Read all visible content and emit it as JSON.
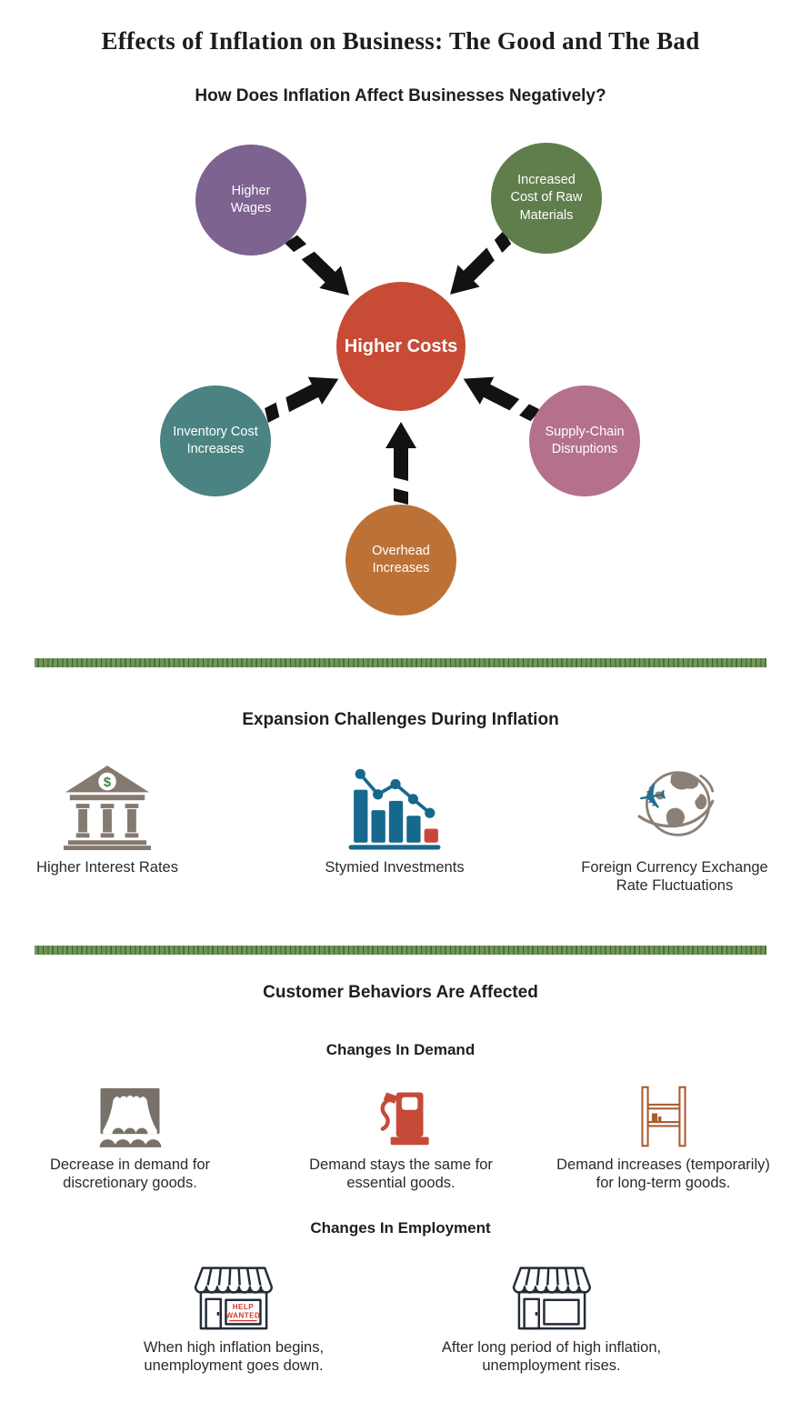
{
  "title": "Effects of Inflation on Business: The Good and The Bad",
  "section_negative": {
    "heading": "How Does Inflation Affect Businesses Negatively?",
    "center": {
      "label": "Higher Costs",
      "color": "#c84b35"
    },
    "nodes": [
      {
        "icon": "circle-node",
        "label": "Higher Wages",
        "color": "#7c6390"
      },
      {
        "icon": "circle-node",
        "label": "Increased Cost of Raw Materials",
        "color": "#5f7e4b"
      },
      {
        "icon": "circle-node",
        "label": "Inventory Cost Increases",
        "color": "#4a8381"
      },
      {
        "icon": "circle-node",
        "label": "Supply-Chain Disruptions",
        "color": "#b4708c"
      },
      {
        "icon": "circle-node",
        "label": "Overhead Increases",
        "color": "#bc7237"
      }
    ],
    "arrow_color": "#121212"
  },
  "section_expansion": {
    "heading": "Expansion Challenges During Inflation",
    "items": [
      {
        "icon": "bank-icon",
        "badge": "$",
        "label": "Higher Interest Rates"
      },
      {
        "icon": "declining-chart-icon",
        "label": "Stymied Investments"
      },
      {
        "icon": "globe-plane-icon",
        "plane_glyph": "✈",
        "label": "Foreign Currency Exchange Rate Fluctuations"
      }
    ]
  },
  "section_customers": {
    "heading": "Customer Behaviors Are Affected",
    "demand": {
      "heading": "Changes In Demand",
      "items": [
        {
          "icon": "theater-icon",
          "label": "Decrease in demand for discretionary goods."
        },
        {
          "icon": "gas-pump-icon",
          "label": "Demand stays the same for essential goods."
        },
        {
          "icon": "shelf-icon",
          "label": "Demand increases (temporarily) for long-term goods."
        }
      ]
    },
    "employment": {
      "heading": "Changes In Employment",
      "items": [
        {
          "icon": "store-help-wanted-icon",
          "sign_line1": "HELP",
          "sign_line2": "WANTED",
          "label": "When high inflation begins, unemployment goes down."
        },
        {
          "icon": "store-icon",
          "label": "After long period of high inflation, unemployment rises."
        }
      ]
    }
  },
  "colors": {
    "divider_green": "#6f9355",
    "bank_taupe": "#847a70",
    "dollar_green": "#3a8a3d",
    "chart_blue": "#16688c",
    "chart_red": "#c9473a",
    "globe_gray": "#8a8077",
    "plane_teal": "#1f6f8e",
    "theater_gray": "#78716a",
    "pump_red": "#c64a38",
    "shelf_brown": "#a85c32",
    "store_navy": "#232b38",
    "sign_red": "#cf3b2e"
  }
}
